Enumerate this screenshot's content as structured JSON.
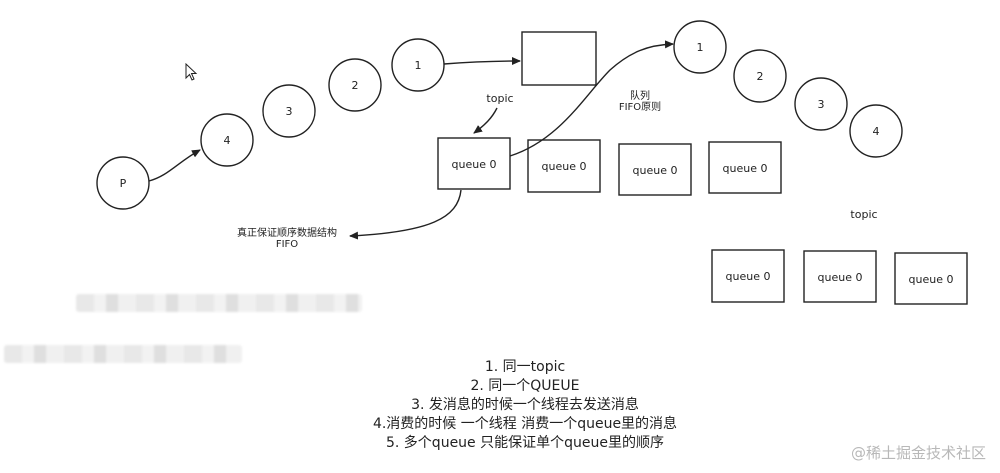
{
  "producer_label": "P",
  "messages_left": [
    "1",
    "2",
    "3",
    "4"
  ],
  "messages_right": [
    "1",
    "2",
    "3",
    "4"
  ],
  "queue_label": "queue 0",
  "topic_label_top": "topic",
  "topic_label_right": "topic",
  "queue_annotation": [
    "队列",
    "FIFO原则"
  ],
  "fifo_annotation": [
    "真正保证顺序数据结构",
    "FIFO"
  ],
  "notes": [
    "1. 同一topic",
    "2. 同一个QUEUE",
    "3. 发消息的时候一个线程去发送消息",
    "4.消费的时候 一个线程 消费一个queue里的消息",
    "5. 多个queue 只能保证单个queue里的顺序"
  ],
  "watermark": "@稀土掘金技术社区"
}
